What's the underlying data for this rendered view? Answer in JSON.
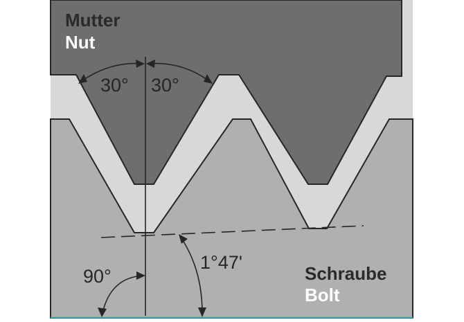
{
  "labels": {
    "nut_de": "Mutter",
    "nut_en": "Nut",
    "bolt_de": "Schraube",
    "bolt_en": "Bolt"
  },
  "angles": {
    "flank_left": "30°",
    "flank_right": "30°",
    "perpendicular": "90°",
    "lead": "1°47'"
  },
  "colors": {
    "nut": "#6e6e6e",
    "gap": "#d8d8d8",
    "bolt": "#b0b0b0",
    "line": "#262626",
    "label_dark": "#2a2a2a",
    "label_light": "#ffffff",
    "accent": "#3fb3b3"
  }
}
